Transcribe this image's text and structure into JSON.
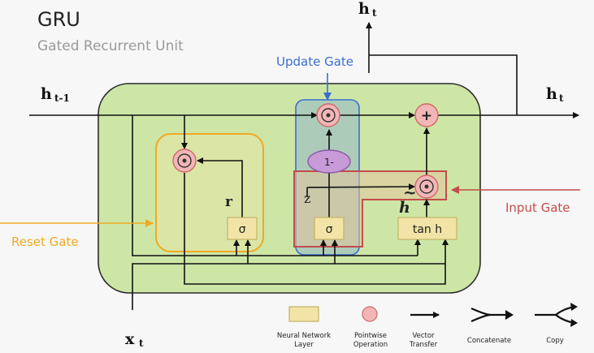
{
  "title": "GRU",
  "subtitle": "Gated Recurrent Unit",
  "labels": {
    "update_gate": "Update Gate",
    "reset_gate": "Reset Gate",
    "input_gate": "Input Gate",
    "h_prev_main": "h",
    "h_prev_sub": "t-1",
    "h_out_main": "h",
    "h_out_sub": "t",
    "h_top_main": "h",
    "h_top_sub": "t",
    "x_main": "x",
    "x_sub": "t",
    "r": "r",
    "z": "z",
    "h_tilde": "h",
    "tilde": "~"
  },
  "ops": {
    "mult": "●",
    "plus": "+",
    "one_minus": "1-",
    "sigma": "σ",
    "tanh": "tan h"
  },
  "legend": [
    {
      "name": "Neural Network",
      "line2": "Layer"
    },
    {
      "name": "Pointwise",
      "line2": "Operation"
    },
    {
      "name": "Vector",
      "line2": "Transfer"
    },
    {
      "name": "Concatenate",
      "line2": ""
    },
    {
      "name": "Copy",
      "line2": ""
    }
  ],
  "colors": {
    "cell": "#cde6a6",
    "cell_border": "#2a2a2a",
    "reset": "#efaa22",
    "update": "#3a6fd0",
    "input": "#c24c4c",
    "nn_layer": "#f1e4a6",
    "op": "#f2b6b6",
    "one_minus": "#c79ad8"
  }
}
